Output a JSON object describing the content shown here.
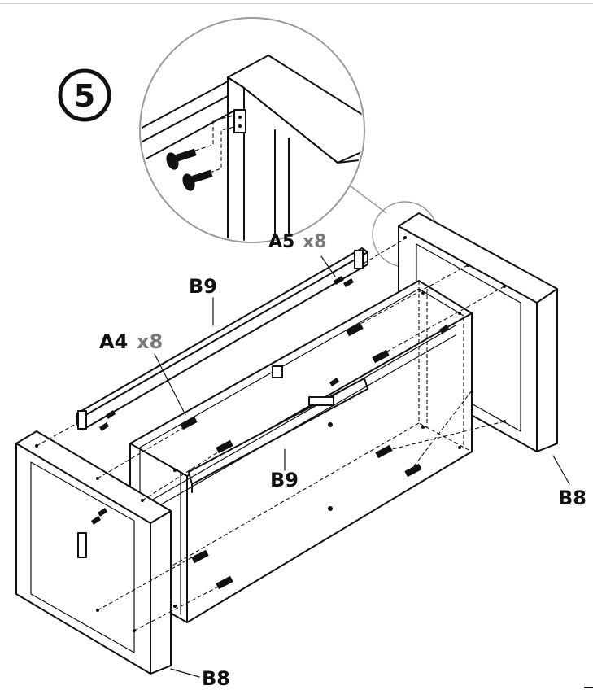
{
  "step": {
    "number": "5"
  },
  "labels": {
    "a5": {
      "code": "A5",
      "qty": "x8"
    },
    "a4": {
      "code": "A4",
      "qty": "x8"
    },
    "b9_top": "B9",
    "b9_mid": "B9",
    "b8_right": "B8",
    "b8_left": "B8"
  },
  "colors": {
    "ink": "#111111",
    "qty_gray": "#7a7a7a",
    "callout_gray": "#9a9a9a"
  }
}
